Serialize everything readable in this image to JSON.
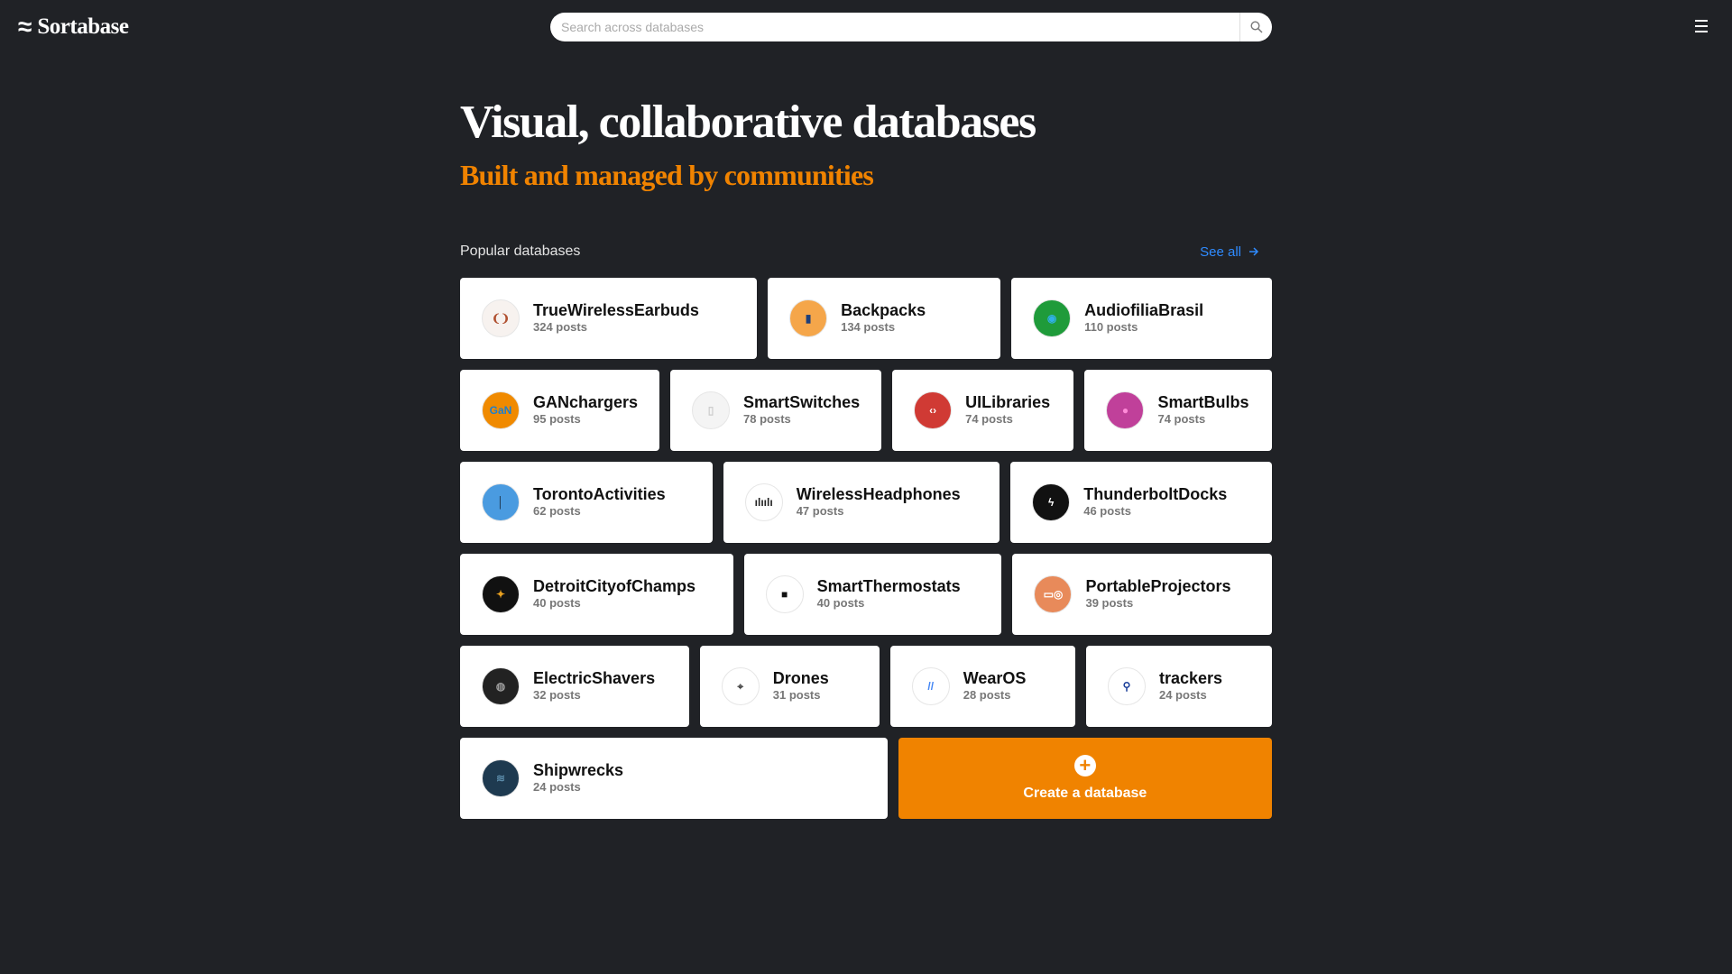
{
  "header": {
    "logo_mark": "≈",
    "logo_text": "Sortabase",
    "search_placeholder": "Search across databases"
  },
  "hero": {
    "title": "Visual, collaborative databases",
    "subtitle": "Built and managed by communities"
  },
  "popular": {
    "title": "Popular databases",
    "see_all": "See all"
  },
  "rows": [
    [
      {
        "name": "TrueWirelessEarbuds",
        "posts": "324 posts",
        "icon": "earbuds-icon",
        "bg": "#f7f2ef",
        "fg": "#b05030",
        "glyph": "❨❩"
      },
      {
        "name": "Backpacks",
        "posts": "134 posts",
        "icon": "backpack-icon",
        "bg": "#f5a64a",
        "fg": "#1e3f7a",
        "glyph": "▮"
      },
      {
        "name": "AudiofiliaBrasil",
        "posts": "110 posts",
        "icon": "brazil-speaker-icon",
        "bg": "#1f9b3a",
        "fg": "#30b0e8",
        "glyph": "◉"
      }
    ],
    [
      {
        "name": "GANchargers",
        "posts": "95 posts",
        "icon": "gan-charger-icon",
        "bg": "#f08a00",
        "fg": "#1b7fd0",
        "glyph": "GaN"
      },
      {
        "name": "SmartSwitches",
        "posts": "78 posts",
        "icon": "smart-switch-icon",
        "bg": "#f4f4f4",
        "fg": "#ccc",
        "glyph": "▯"
      },
      {
        "name": "UILibraries",
        "posts": "74 posts",
        "icon": "code-icon",
        "bg": "#d03a34",
        "fg": "#fff",
        "glyph": "‹›"
      },
      {
        "name": "SmartBulbs",
        "posts": "74 posts",
        "icon": "smart-bulb-icon",
        "bg": "#c0409a",
        "fg": "#ff8ad8",
        "glyph": "●"
      }
    ],
    [
      {
        "name": "TorontoActivities",
        "posts": "62 posts",
        "icon": "cn-tower-icon",
        "bg": "#4a9be0",
        "fg": "#1a2a3a",
        "glyph": "│"
      },
      {
        "name": "WirelessHeadphones",
        "posts": "47 posts",
        "icon": "sound-wave-icon",
        "bg": "#fff",
        "fg": "#222",
        "glyph": "ılıılı"
      },
      {
        "name": "ThunderboltDocks",
        "posts": "46 posts",
        "icon": "lightning-icon",
        "bg": "#111",
        "fg": "#fff",
        "glyph": "ϟ"
      }
    ],
    [
      {
        "name": "DetroitCityofChamps",
        "posts": "40 posts",
        "icon": "detroit-crest-icon",
        "bg": "#111",
        "fg": "#e8a020",
        "glyph": "✦"
      },
      {
        "name": "SmartThermostats",
        "posts": "40 posts",
        "icon": "thermostat-icon",
        "bg": "#fff",
        "fg": "#111",
        "glyph": "■"
      },
      {
        "name": "PortableProjectors",
        "posts": "39 posts",
        "icon": "projector-icon",
        "bg": "#e88a5a",
        "fg": "#fff",
        "glyph": "▭◎"
      }
    ],
    [
      {
        "name": "ElectricShavers",
        "posts": "32 posts",
        "icon": "shaver-icon",
        "bg": "#222",
        "fg": "#999",
        "glyph": "◍"
      },
      {
        "name": "Drones",
        "posts": "31 posts",
        "icon": "drone-icon",
        "bg": "#fff",
        "fg": "#444",
        "glyph": "⌖"
      },
      {
        "name": "WearOS",
        "posts": "28 posts",
        "icon": "wearos-icon",
        "bg": "#fff",
        "fg": "#4285f4",
        "glyph": "//"
      },
      {
        "name": "trackers",
        "posts": "24 posts",
        "icon": "magnifier-icon",
        "bg": "#fff",
        "fg": "#1c3f9a",
        "glyph": "⚲"
      }
    ],
    [
      {
        "name": "Shipwrecks",
        "posts": "24 posts",
        "icon": "shipwreck-icon",
        "bg": "#1e3a50",
        "fg": "#5a8aa8",
        "glyph": "≋"
      }
    ]
  ],
  "create": {
    "label": "Create a database",
    "plus": "+"
  },
  "colors": {
    "background": "#202226",
    "accent": "#f08300",
    "link": "#2f8bff"
  }
}
